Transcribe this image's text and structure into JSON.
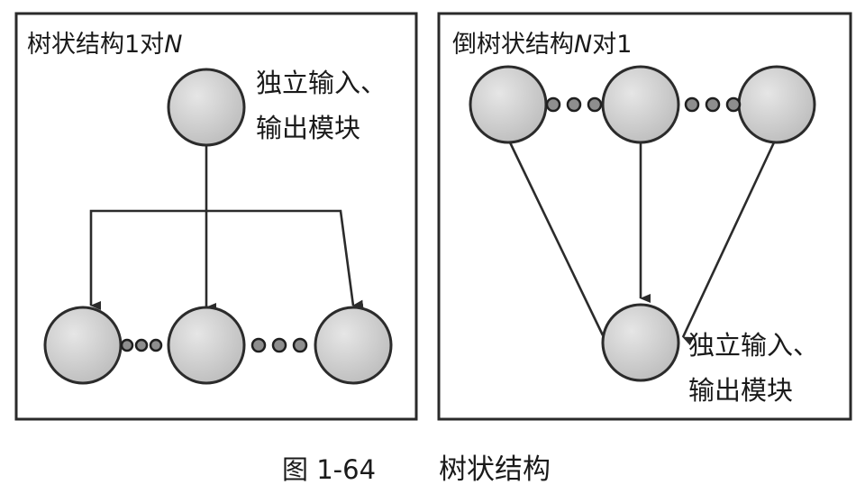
{
  "panels": [
    {
      "title_prefix": "树状结构1对",
      "title_n": "N",
      "title_suffix": "",
      "label_line1": "独立输入、",
      "label_line2": "输出模块"
    },
    {
      "title_prefix": "倒树状结构",
      "title_n": "N",
      "title_suffix": "对1",
      "label_line1": "独立输入、",
      "label_line2": "输出模块"
    }
  ],
  "caption": {
    "number": "图 1-64",
    "title": "树状结构"
  },
  "colors": {
    "node_fill": "#cfcfcf",
    "stroke": "#2b2b2b",
    "frame": "#2a2a2a"
  }
}
